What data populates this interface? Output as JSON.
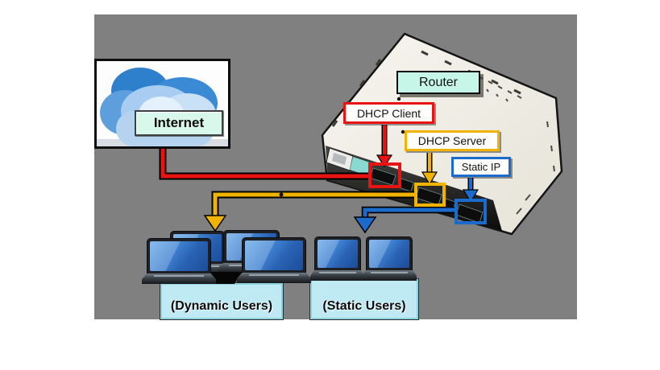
{
  "panel": {
    "background_color": "#808080"
  },
  "internet": {
    "label": "Internet",
    "icon": "cloud-icon"
  },
  "router": {
    "label": "Router",
    "icon": "router-device"
  },
  "connections": {
    "dhcp_client": {
      "label": "DHCP Client",
      "color": "#e81414"
    },
    "dhcp_server": {
      "label": "DHCP Server",
      "color": "#f0b400"
    },
    "static_ip": {
      "label": "Static IP",
      "color": "#1b6bcc"
    }
  },
  "user_groups": {
    "dynamic": {
      "label": "(Dynamic Users)",
      "laptop_count": 4,
      "icon": "laptop-icon"
    },
    "static": {
      "label": "(Static Users)",
      "laptop_count": 2,
      "icon": "laptop-icon"
    }
  },
  "colors": {
    "panel_gray": "#808080",
    "red_line": "#e81414",
    "yellow_line": "#f0b400",
    "blue_line": "#1b6bcc",
    "router_label_bg": "#c5f6e8",
    "internet_label_bg": "#d9f8ec",
    "user_box_bg": "#bfeaf3",
    "router_body": "#f1efe7"
  }
}
